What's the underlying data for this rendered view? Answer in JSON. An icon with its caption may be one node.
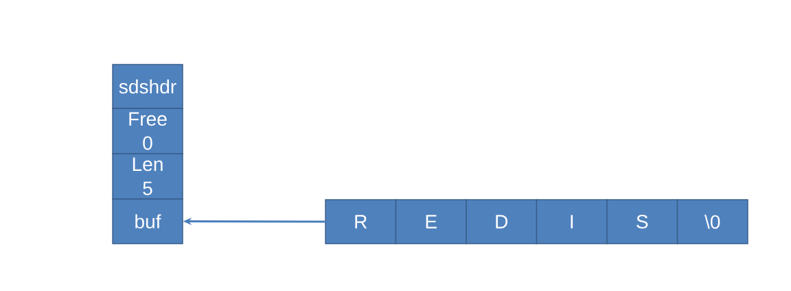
{
  "diagram": {
    "nodes": [
      {
        "text": [
          "sdshdr"
        ]
      },
      {
        "text": [
          "Free",
          "0"
        ]
      },
      {
        "text": [
          "Len",
          "5"
        ]
      },
      {
        "text": [
          "buf"
        ]
      },
      {
        "text": [
          "R"
        ]
      },
      {
        "text": [
          "E"
        ]
      },
      {
        "text": [
          "D"
        ]
      },
      {
        "text": [
          "I"
        ]
      },
      {
        "text": [
          "S"
        ]
      },
      {
        "text": [
          "\\0"
        ]
      }
    ],
    "edges": [
      {
        "from": 4,
        "to": 3,
        "arrow": "to"
      }
    ]
  }
}
